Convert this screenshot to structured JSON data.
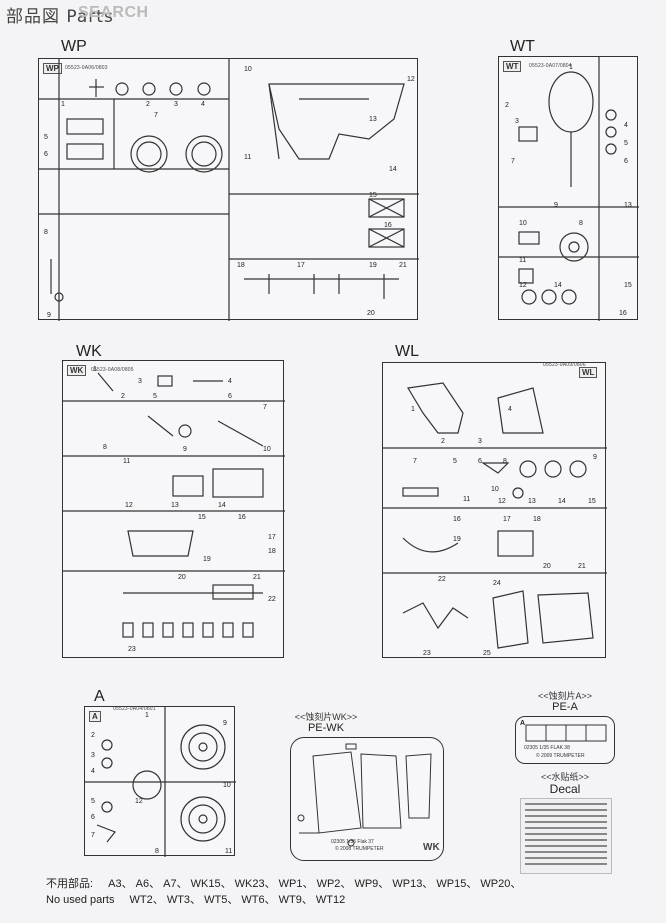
{
  "header": {
    "title_jp": "部品図",
    "title_en": "Parts",
    "watermark": "SEARCH"
  },
  "sprues": {
    "wp": {
      "label": "WP",
      "tag": "WP",
      "maker": "05523-0A06/0803",
      "numbers": [
        "1",
        "2",
        "3",
        "4",
        "5",
        "6",
        "7",
        "8",
        "9",
        "10",
        "11",
        "12",
        "13",
        "14",
        "15",
        "16",
        "17",
        "18",
        "19",
        "20",
        "21"
      ]
    },
    "wt": {
      "label": "WT",
      "tag": "WT",
      "maker": "05523-0A07/0804",
      "numbers": [
        "1",
        "2",
        "3",
        "4",
        "5",
        "6",
        "7",
        "8",
        "9",
        "10",
        "11",
        "12",
        "13",
        "14",
        "15",
        "16"
      ]
    },
    "wk": {
      "label": "WK",
      "tag": "WK",
      "maker": "05523-0A08/0805",
      "numbers": [
        "1",
        "2",
        "3",
        "4",
        "5",
        "6",
        "7",
        "8",
        "9",
        "10",
        "11",
        "12",
        "13",
        "14",
        "15",
        "16",
        "17",
        "18",
        "19",
        "20",
        "21",
        "22",
        "23"
      ]
    },
    "wl": {
      "label": "WL",
      "tag": "WL",
      "maker": "05523-0A09/0806",
      "numbers": [
        "1",
        "2",
        "3",
        "4",
        "5",
        "6",
        "7",
        "8",
        "9",
        "10",
        "11",
        "12",
        "13",
        "14",
        "15",
        "16",
        "17",
        "18",
        "19",
        "20",
        "21",
        "22",
        "23",
        "24",
        "25"
      ]
    },
    "a": {
      "label": "A",
      "tag": "A",
      "maker": "05523-0A04/0801",
      "numbers": [
        "1",
        "2",
        "3",
        "4",
        "5",
        "6",
        "7",
        "8",
        "9",
        "10",
        "11",
        "12"
      ]
    }
  },
  "pe_wk": {
    "title_jp": "<<蚀刻片WK>>",
    "title": "PE-WK",
    "tag": "WK",
    "line1": "02305 1/35  Flak 37",
    "line2": "© 2008 TRUMPETER"
  },
  "pe_a": {
    "title_jp": "<<蚀刻片A>>",
    "title": "PE-A",
    "tag": "A",
    "line1": "02305 1/35  FLAK 38",
    "line2": "© 2009 TRUMPETER"
  },
  "decal": {
    "title_jp": "<<水贴纸>>",
    "title": "Decal"
  },
  "unused": {
    "label_jp": "不用部品:",
    "label_en": "No used parts",
    "line1": "A3、 A6、 A7、 WK15、 WK23、 WP1、 WP2、 WP9、 WP13、 WP15、 WP20、",
    "line2": "WT2、 WT3、 WT5、 WT6、 WT9、 WT12"
  },
  "colors": {
    "ink": "#333333",
    "paper": "#f4f4f6"
  }
}
